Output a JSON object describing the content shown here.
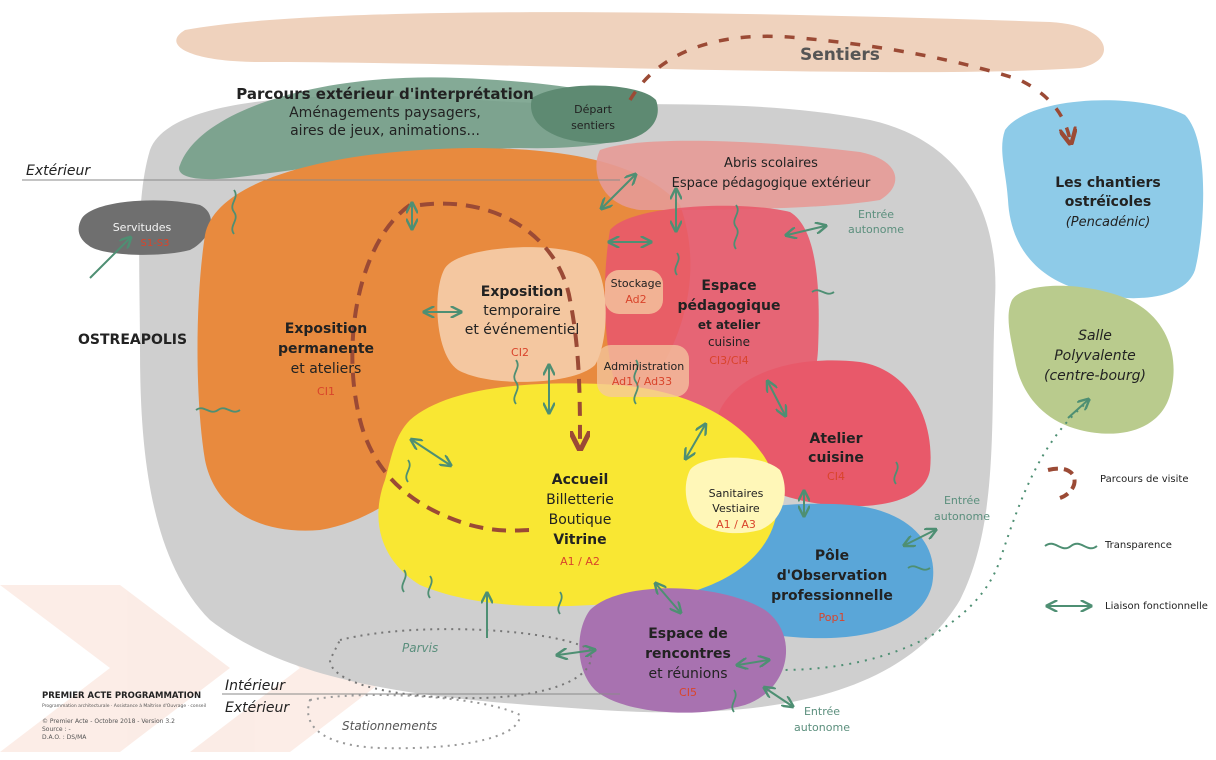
{
  "colors": {
    "grey_zone": "#c9c9c9",
    "orange": "#e88a3e",
    "peach": "#f4c7a0",
    "salmon": "#e59a96",
    "red": "#e8596a",
    "yellow": "#f9e733",
    "purple": "#a872b0",
    "blue": "#5aa6d8",
    "sky": "#8ecbe8",
    "olive": "#b9cb8d",
    "green_dark": "#5e8a72",
    "path": "#9b4a35",
    "link": "#4e8f73",
    "red_text": "#d9442b"
  },
  "labels": {
    "sentiers": "Sentiers",
    "parcours_title": "Parcours extérieur d'interprétation",
    "parcours_l1": "Aménagements paysagers,",
    "parcours_l2": "aires de jeux, animations...",
    "depart_l1": "Départ",
    "depart_l2": "sentiers",
    "exterieur_top": "Extérieur",
    "interieur": "Intérieur",
    "exterieur_bottom": "Extérieur",
    "abris_l1": "Abris scolaires",
    "abris_l2": "Espace pédagogique extérieur",
    "chantiers_l1": "Les chantiers",
    "chantiers_l2": "ostréïcoles",
    "chantiers_l3": "(Pencadénic)",
    "servitudes": "Servitudes",
    "servitudes_code": "S1-S3",
    "entree_1a": "Entrée",
    "entree_1b": "autonome",
    "entree_2a": "Entrée",
    "entree_2b": "autonome",
    "entree_3a": "Entrée",
    "entree_3b": "autonome",
    "expo_temp_l1": "Exposition",
    "expo_temp_l2": "temporaire",
    "expo_temp_l3": "et événementiel",
    "expo_temp_code": "CI2",
    "stockage": "Stockage",
    "stockage_code": "Ad2",
    "espace_peda_l1": "Espace",
    "espace_peda_l2": "pédagogique",
    "espace_peda_l3": "et atelier",
    "espace_peda_l4": "cuisine",
    "espace_peda_code": "CI3/CI4",
    "ostreapolis": "OSTREAPOLIS",
    "expo_perm_l1": "Exposition",
    "expo_perm_l2": "permanente",
    "expo_perm_l3": "et ateliers",
    "expo_perm_code": "CI1",
    "admin": "Administration",
    "admin_code": "Ad1 / Ad33",
    "salle_l1": "Salle",
    "salle_l2": "Polyvalente",
    "salle_l3": "(centre-bourg)",
    "atelier_l1": "Atelier",
    "atelier_l2": "cuisine",
    "atelier_code": "CI4",
    "accueil_l1": "Accueil",
    "accueil_l2": "Billetterie",
    "accueil_l3": "Boutique",
    "accueil_l4": "Vitrine",
    "accueil_code": "A1 / A2",
    "sanitaires_l1": "Sanitaires",
    "sanitaires_l2": "Vestiaire",
    "sanitaires_code": "A1 / A3",
    "pole_l1": "Pôle",
    "pole_l2": "d'Observation",
    "pole_l3": "professionnelle",
    "pole_code": "Pop1",
    "espace_renc_l1": "Espace de",
    "espace_renc_l2": "rencontres",
    "espace_renc_l3": "et réunions",
    "espace_renc_code": "CI5",
    "parvis": "Parvis",
    "stationnements": "Stationnements"
  },
  "legend": {
    "parcours": "Parcours de visite",
    "transparence": "Transparence",
    "liaison": "Liaison fonctionnelle"
  },
  "credits": {
    "brand": "PREMIER ACTE PROGRAMMATION",
    "tagline": "Programmation architecturale · Assistance à Maîtrise d'Ouvrage · conseil",
    "line1": "© Premier Acte - Octobre 2018 - Version 3.2",
    "line2": "Source : -",
    "line3": "D.A.O. : DS/MA"
  }
}
